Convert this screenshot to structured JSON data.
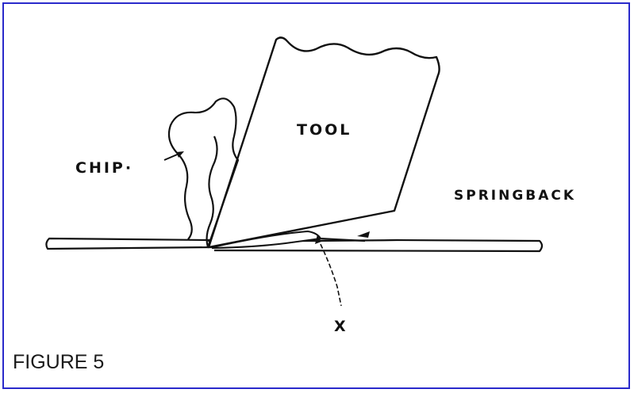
{
  "figure": {
    "caption": "FIGURE 5",
    "frame_color": "#2a2acb"
  },
  "labels": {
    "tool": "TOOL",
    "chip": "CHIP·",
    "springback": "SPRINGBACK",
    "x": "X"
  }
}
